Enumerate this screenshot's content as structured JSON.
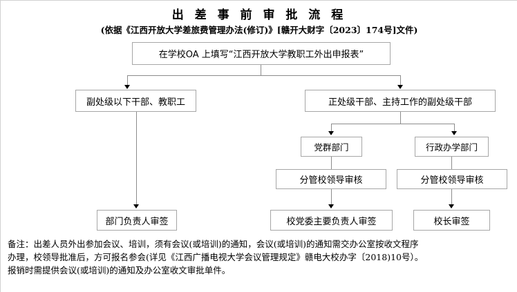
{
  "document": {
    "title": "出 差 事 前 审 批 流 程",
    "subtitle": "(依据《江西开放大学差旅费管理办法(修订)》[赣开大财字〔2023〕174号]文件)"
  },
  "flow": {
    "start": {
      "label": "在学校OA 上填写“江西开放大学教职工外出申报表”"
    },
    "branch_left": {
      "role": "副处级以下干部、教职工",
      "approval": "部门负责人审签"
    },
    "branch_right": {
      "role": "正处级干部、主持工作的副处级干部",
      "departments": [
        {
          "name": "党群部门",
          "review": "分管校领导审核",
          "approval": "校党委主要负责人审签"
        },
        {
          "name": "行政办学部门",
          "review": "分管校领导审核",
          "approval": "校长审签"
        }
      ]
    }
  },
  "footnote": {
    "line1": "备注：出差人员外出参加会议、培训，须有会议(或培训)的通知，会议(或培训)的通知需交办公室按收文程序",
    "line2": "办理，校领导批准后，方可报名参会(详见《江西广播电视大学会议管理规定》赣电大校办字〔2018)10号）。",
    "line3": "报销时需提供会议(或培训)的通知及办公室收文审批单件。"
  },
  "colors": {
    "box_border": "#a6a6a6",
    "connector": "#8c8c8c",
    "text": "#000000",
    "background": "#ffffff"
  }
}
